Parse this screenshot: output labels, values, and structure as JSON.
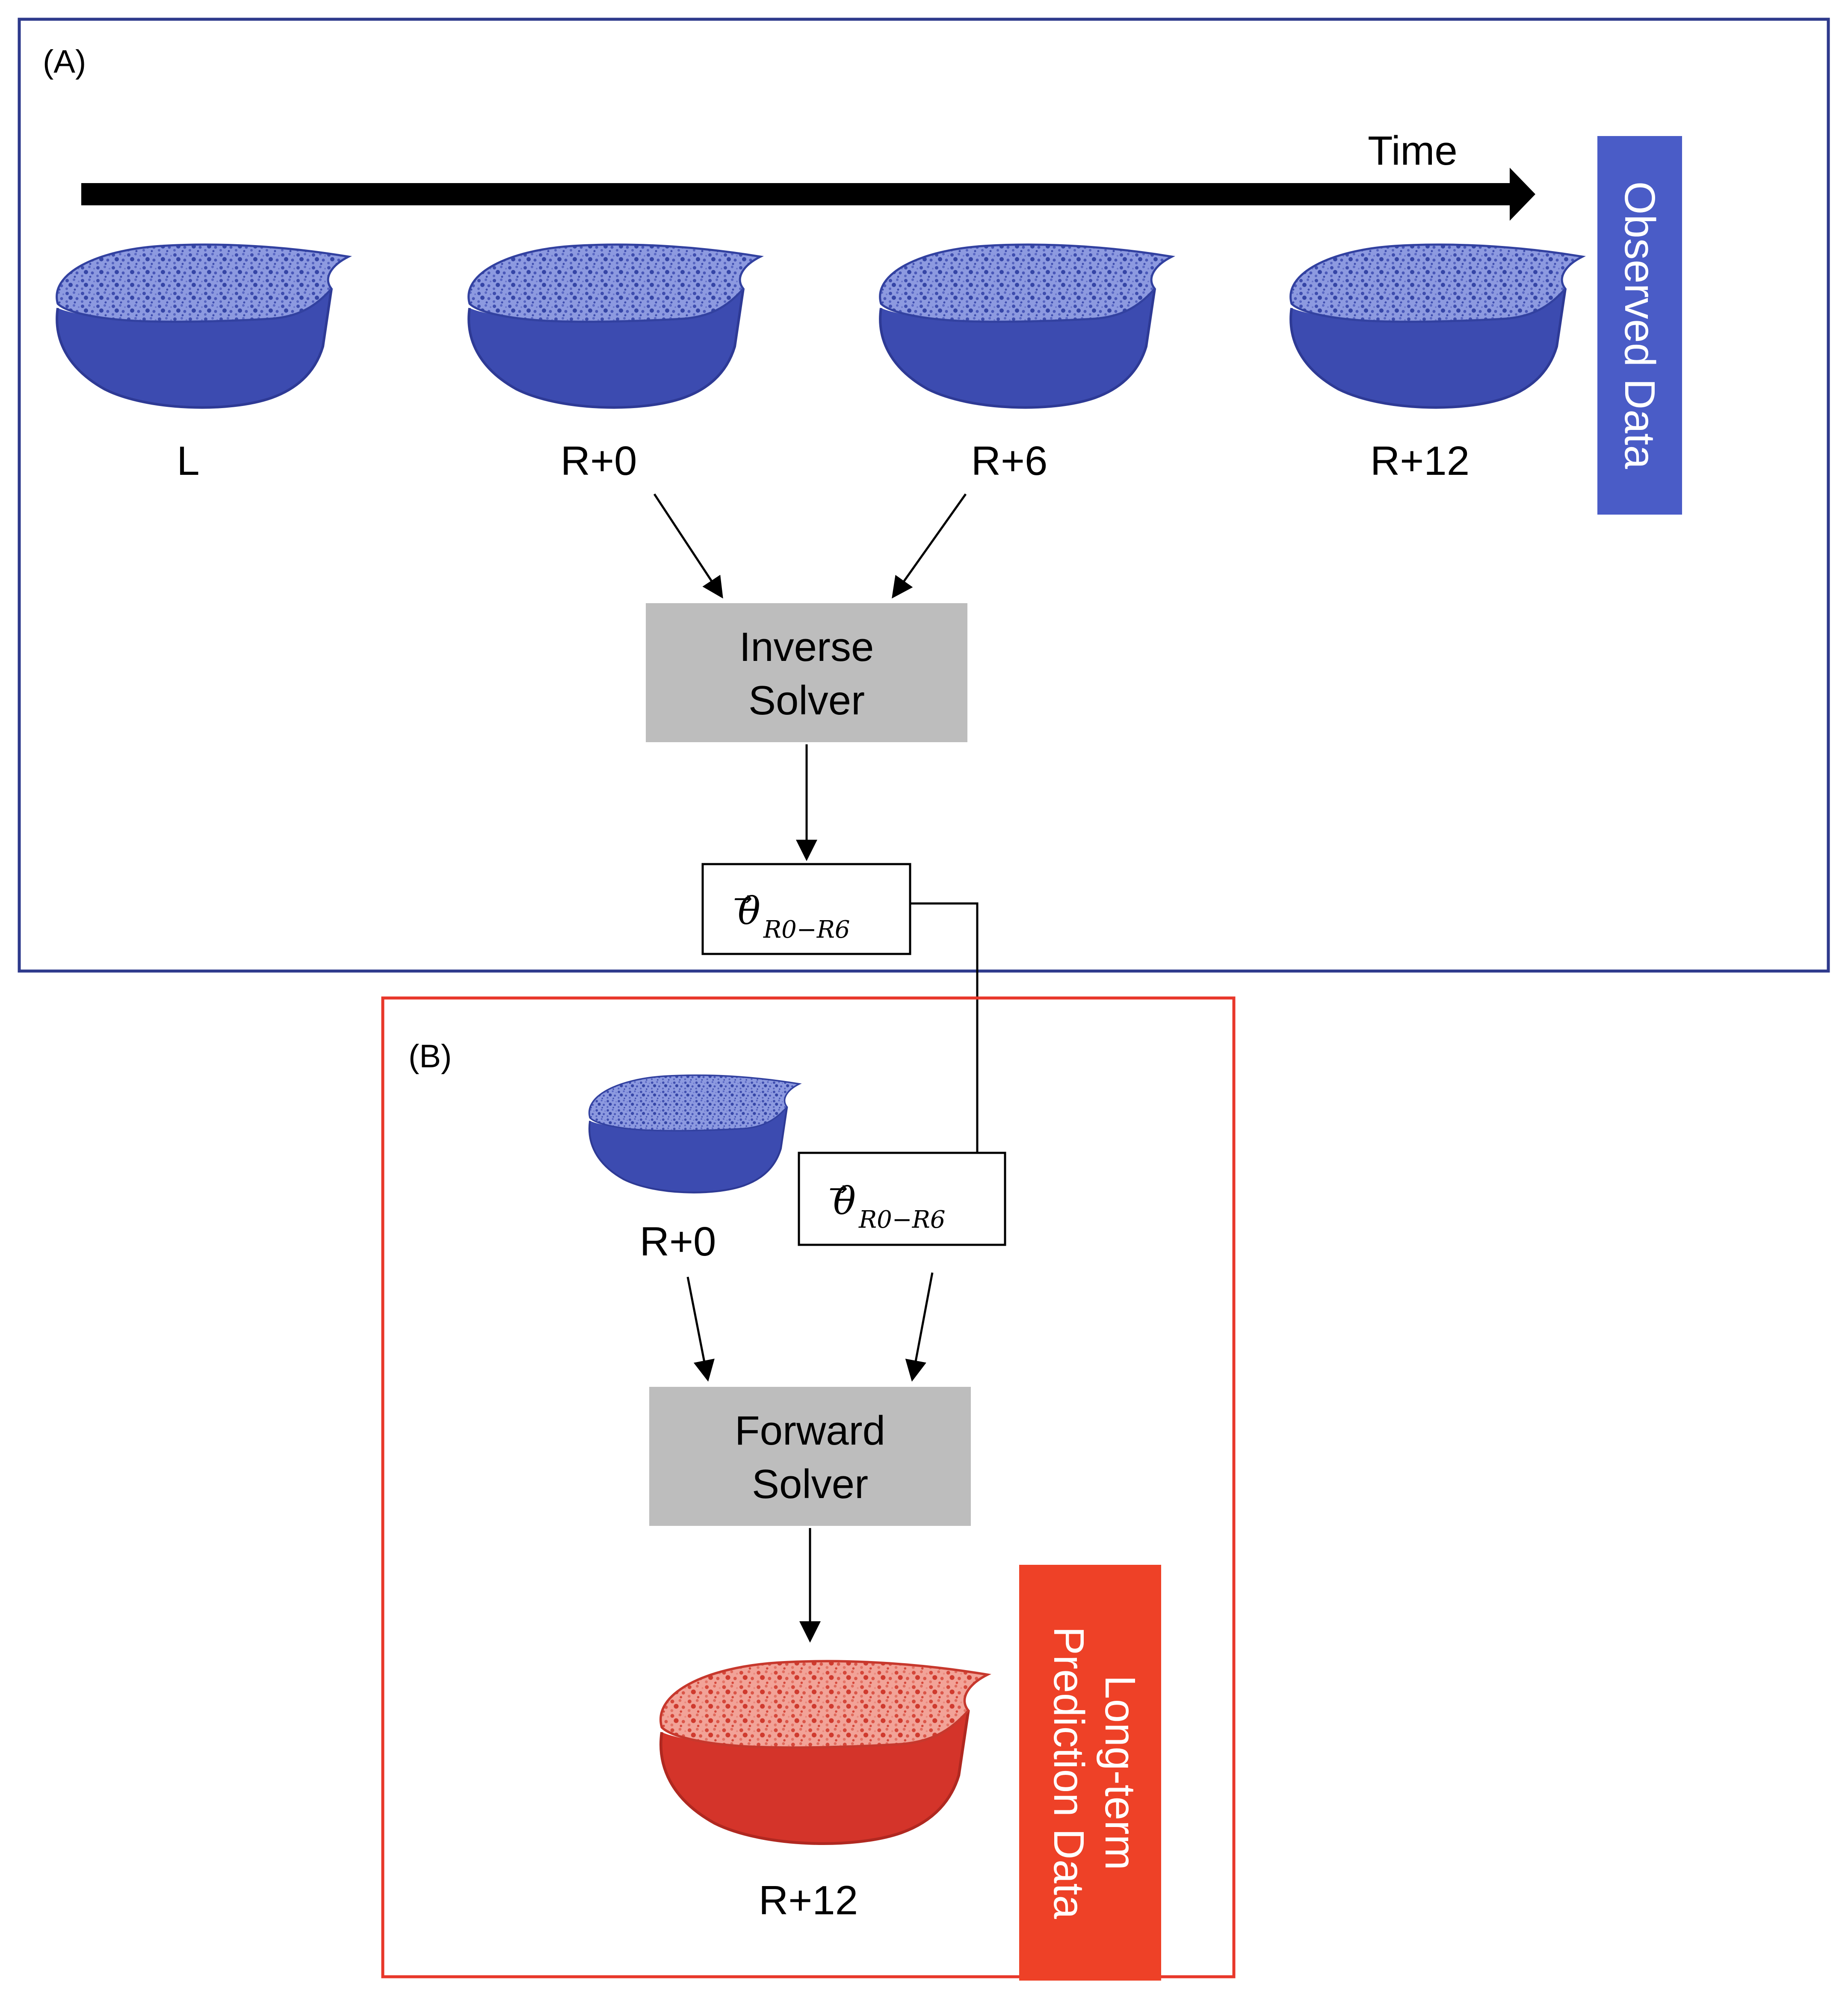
{
  "panels": {
    "a": {
      "label": "(A)"
    },
    "b": {
      "label": "(B)"
    }
  },
  "timeline": {
    "label": "Time"
  },
  "observed": {
    "side_label": "Observed Data",
    "bones": [
      "L",
      "R+0",
      "R+6",
      "R+12"
    ]
  },
  "inverse_solver": {
    "line1": "Inverse",
    "line2": "Solver"
  },
  "theta": {
    "symbol": "θ",
    "arrow": "⃗",
    "subscript": "R0−R6"
  },
  "forward": {
    "input_bone": "R+0",
    "solver_line1": "Forward",
    "solver_line2": "Solver",
    "output_bone": "R+12",
    "side_label_line1": "Long-term",
    "side_label_line2": "Prediction Data"
  },
  "colors": {
    "panel_a_border": "#2E3A8C",
    "panel_b_border": "#E8372A",
    "observed_bar": "#4A5CC7",
    "prediction_bar": "#EE4127",
    "solver_box": "#BDBDBD",
    "bone_blue": "#4B5BC0",
    "bone_red": "#D93A2E"
  }
}
